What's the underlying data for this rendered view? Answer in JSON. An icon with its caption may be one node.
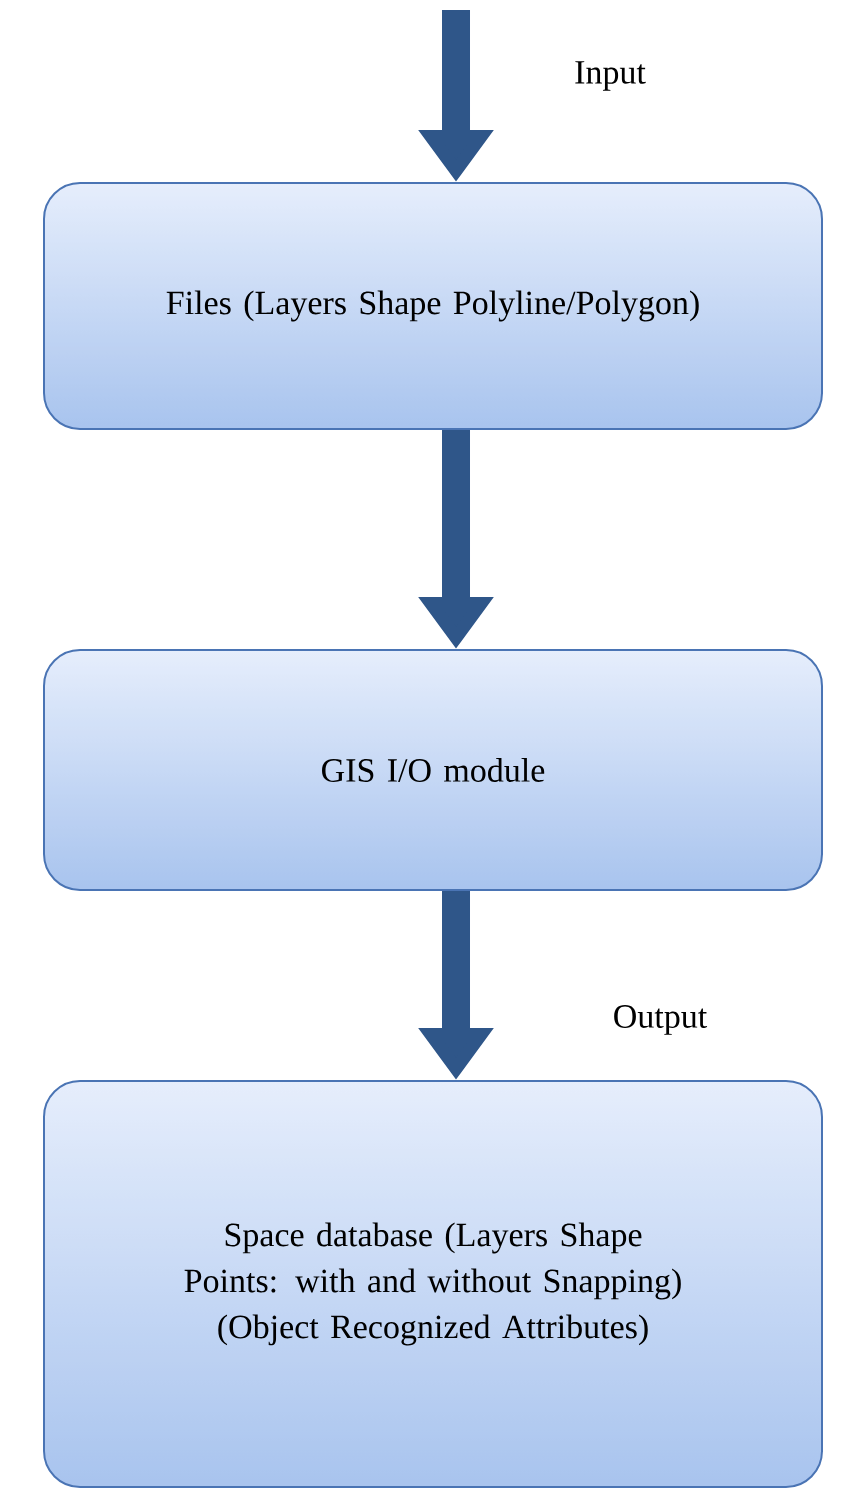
{
  "diagram": {
    "nodes": [
      {
        "text": [
          "Files (Layers Shape Polyline/Polygon)"
        ]
      },
      {
        "text": [
          "GIS I/O module"
        ]
      },
      {
        "text": [
          "Space database (Layers Shape Points: with and without Snapping) (Object Recognized Attributes)"
        ]
      }
    ],
    "edges": [
      {
        "from": null,
        "to": 0,
        "arrow": "to",
        "label": "Input"
      },
      {
        "from": 0,
        "to": 1,
        "arrow": "to"
      },
      {
        "from": 1,
        "to": 2,
        "arrow": "to",
        "label": "Output"
      }
    ]
  }
}
